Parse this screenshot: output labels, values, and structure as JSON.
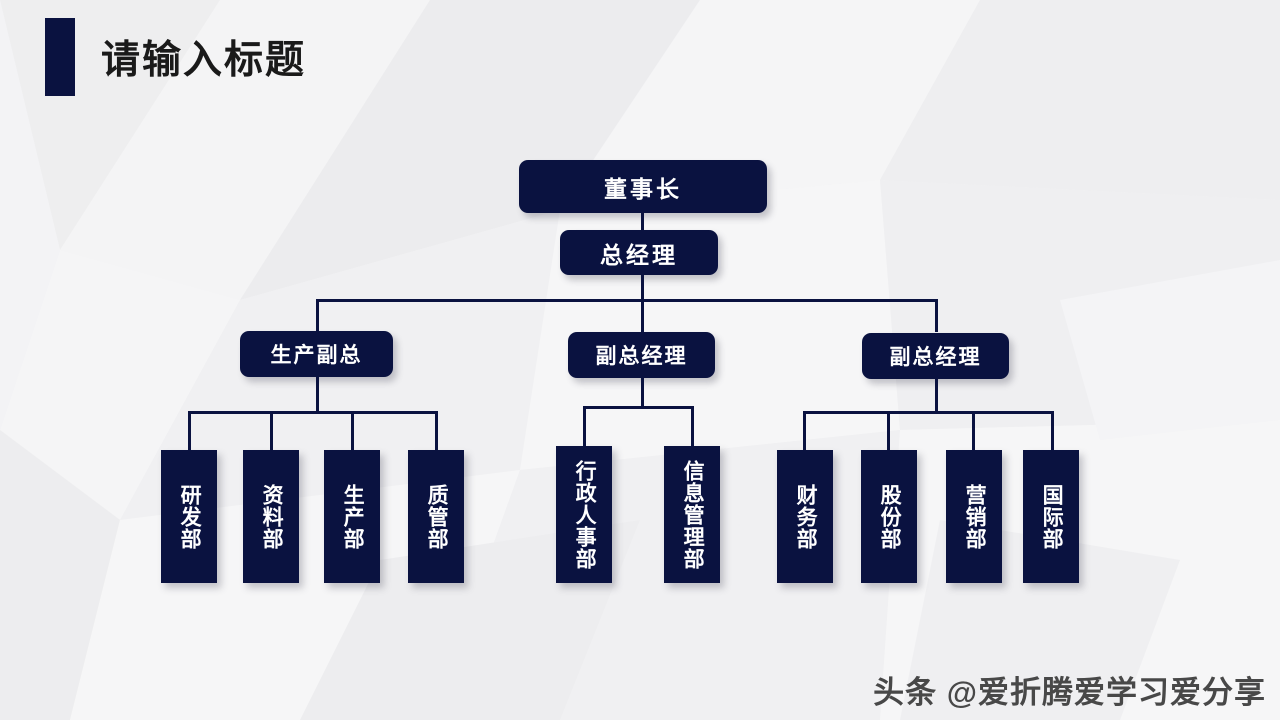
{
  "slide": {
    "title": "请输入标题",
    "watermark": "头条 @爱折腾爱学习爱分享",
    "colors": {
      "navy": "#0a1240",
      "background": "#f2f2f3",
      "node_text": "#ffffff",
      "title_text": "#1a1a1a",
      "watermark_text": "#3a3a3a"
    }
  },
  "org_chart": {
    "type": "organization-chart",
    "levels": 3,
    "root": {
      "label": "董事长",
      "level": 1
    },
    "second": {
      "label": "总经理",
      "level": 1
    },
    "managers": [
      {
        "label": "生产副总",
        "level": 2
      },
      {
        "label": "副总经理",
        "level": 2
      },
      {
        "label": "副总经理",
        "level": 2
      }
    ],
    "departments": {
      "group_1": [
        {
          "label": "研发部"
        },
        {
          "label": "资料部"
        },
        {
          "label": "生产部"
        },
        {
          "label": "质管部"
        }
      ],
      "group_2": [
        {
          "label": "行政人事部"
        },
        {
          "label": "信息管理部"
        }
      ],
      "group_3": [
        {
          "label": "财务部"
        },
        {
          "label": "股份部"
        },
        {
          "label": "营销部"
        },
        {
          "label": "国际部"
        }
      ]
    }
  }
}
